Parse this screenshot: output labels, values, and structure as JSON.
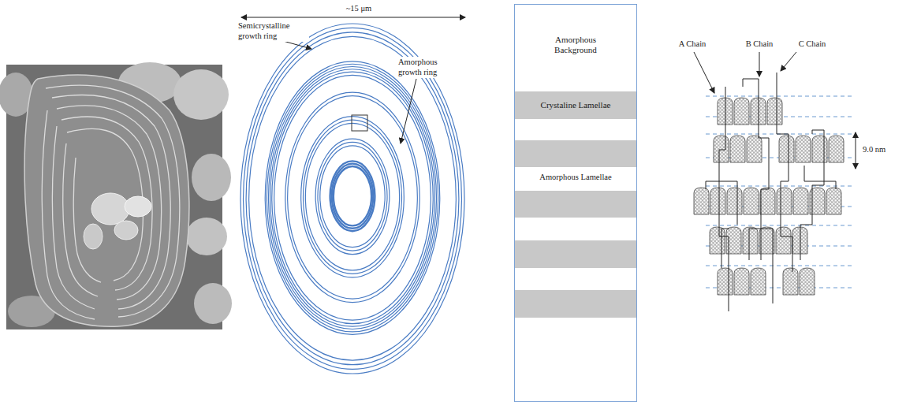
{
  "diagram": {
    "nodes": [
      {
        "text": [
          "Amorphous Background"
        ]
      },
      {
        "text": [
          "Crystaline Lamellae"
        ],
        "in": 0
      }
    ],
    "labels": [
      "~15 μm",
      "Semicrystalline growth ring",
      "Amorphous growth ring",
      "Amorphous Lamellae",
      "A Chain",
      "B Chain",
      "C Chain",
      "9.0 nm"
    ]
  }
}
